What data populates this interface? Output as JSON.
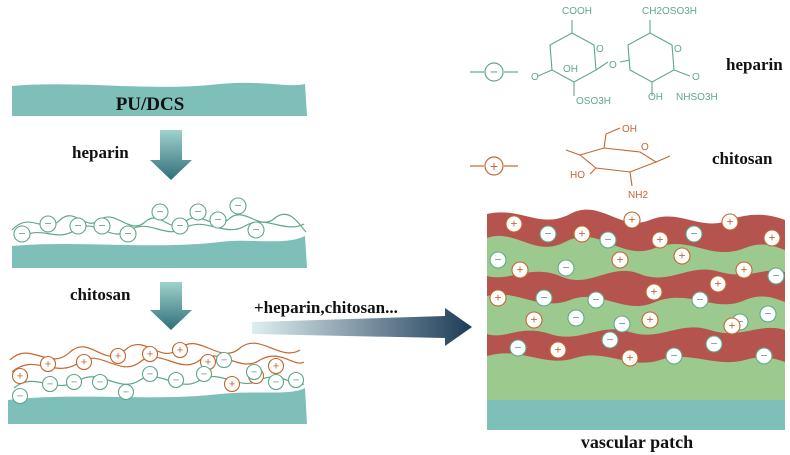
{
  "labels": {
    "substrate": "PU/DCS",
    "step1": "heparin",
    "step2": "chitosan",
    "step3": "+heparin,chitosan...",
    "result": "vascular patch"
  },
  "legend": {
    "heparin": "heparin",
    "chitosan": "chitosan",
    "minus_sign": "−",
    "plus_sign": "+"
  },
  "heparin_structure": {
    "cooh": "COOH",
    "ch2oso3h": "CH2OSO3H",
    "oh1": "OH",
    "oh2": "OH",
    "oso3h": "OSO3H",
    "nhso3h": "NHSO3H",
    "o_mid": "O",
    "o_ring1": "O",
    "o_ring2": "O",
    "o_left": "O",
    "o_right": "O"
  },
  "chitosan_structure": {
    "oh_top": "OH",
    "ho": "HO",
    "nh2": "NH2",
    "o_ring": "O"
  },
  "colors": {
    "teal": "#7fbfba",
    "heparin_green": "#5fa88a",
    "chitosan_orange": "#c5672f",
    "layer_red": "#b5534e",
    "layer_green": "#9bc98e",
    "arrow_dark": "#1f3f5a"
  }
}
